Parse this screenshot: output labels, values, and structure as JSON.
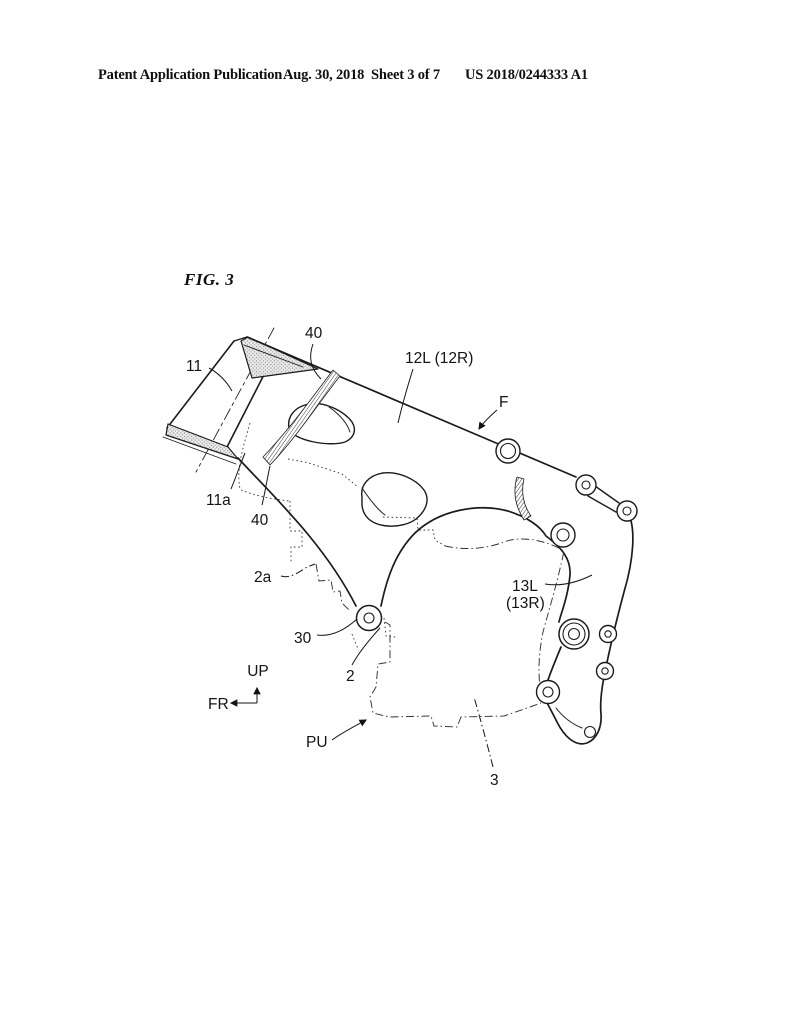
{
  "header": {
    "publication": "Patent Application Publication",
    "date": "Aug. 30, 2018",
    "sheet": "Sheet 3 of 7",
    "patent_number": "US 2018/0244333 A1"
  },
  "figure": {
    "title": "FIG. 3",
    "labels": {
      "head_pipe": "11",
      "head_pipe_inner": "11a",
      "weld_upper": "40",
      "weld_lower": "40",
      "main_frame": "12L (12R)",
      "front_direction": "F",
      "engine_upper": "2a",
      "engine_hanger": "30",
      "engine": "2",
      "pivot_plate_line1": "13L",
      "pivot_plate_line2": "(13R)",
      "power_unit": "PU",
      "crankcase": "3",
      "axis_up": "UP",
      "axis_front": "FR"
    }
  }
}
